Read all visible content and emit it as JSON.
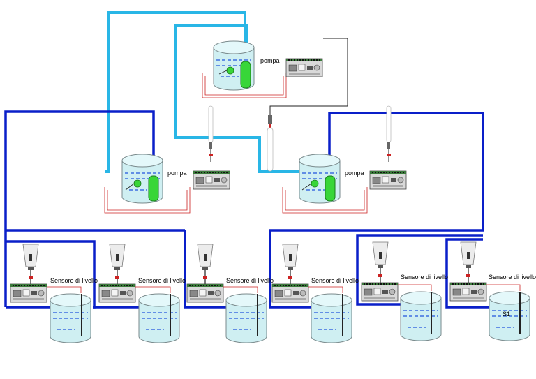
{
  "labels": {
    "pump": "pompa",
    "level_sensor": "Sensore di livello",
    "tank_tag": "S1"
  },
  "colors": {
    "pipe_light": "#29b6e6",
    "pipe_dark": "#0a1fc9",
    "tube_red": "#cc2222",
    "signal": "#222222",
    "tank_fill": "#cfeff2",
    "tank_stroke": "#7a8a8c",
    "water_line": "#2255dd",
    "pump_green": "#38d638",
    "board_body": "#d9d9d9"
  },
  "icons": {
    "antenna": "antenna-icon",
    "control_board": "control-board-icon",
    "pump": "pump-icon",
    "float_sensor": "float-sensor-icon",
    "ultrasonic_sensor": "ultrasonic-sensor-icon"
  }
}
